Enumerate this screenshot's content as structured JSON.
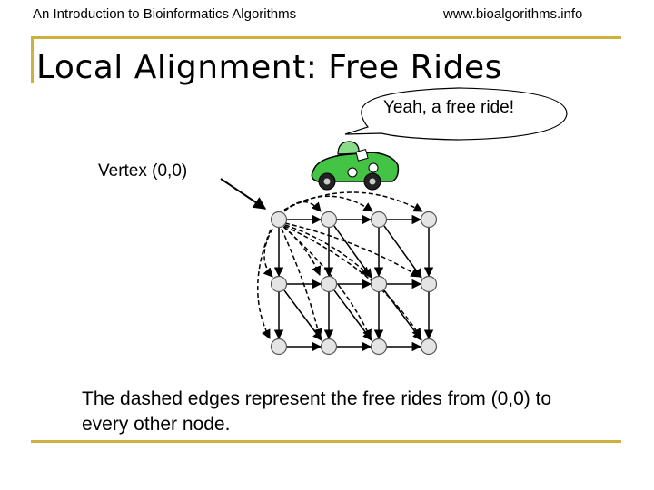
{
  "header": {
    "left": "An Introduction to Bioinformatics Algorithms",
    "right": "www.bioalgorithms.info"
  },
  "slide": {
    "title": "Local Alignment: Free Rides",
    "speech_bubble": "Yeah, a free ride!",
    "vertex_label": "Vertex (0,0)",
    "caption": "The dashed edges represent the free rides from (0,0) to every other node."
  },
  "colors": {
    "rule": "#cdb13c",
    "node_fill": "#e4e4e4",
    "car_body": "#44c444"
  },
  "graph": {
    "rows": 3,
    "cols": 4,
    "source_node": [
      0,
      0
    ],
    "solid_edges": [
      "right",
      "down",
      "diagonal"
    ],
    "free_rides": "dashed edges from (0,0) to every other node"
  }
}
